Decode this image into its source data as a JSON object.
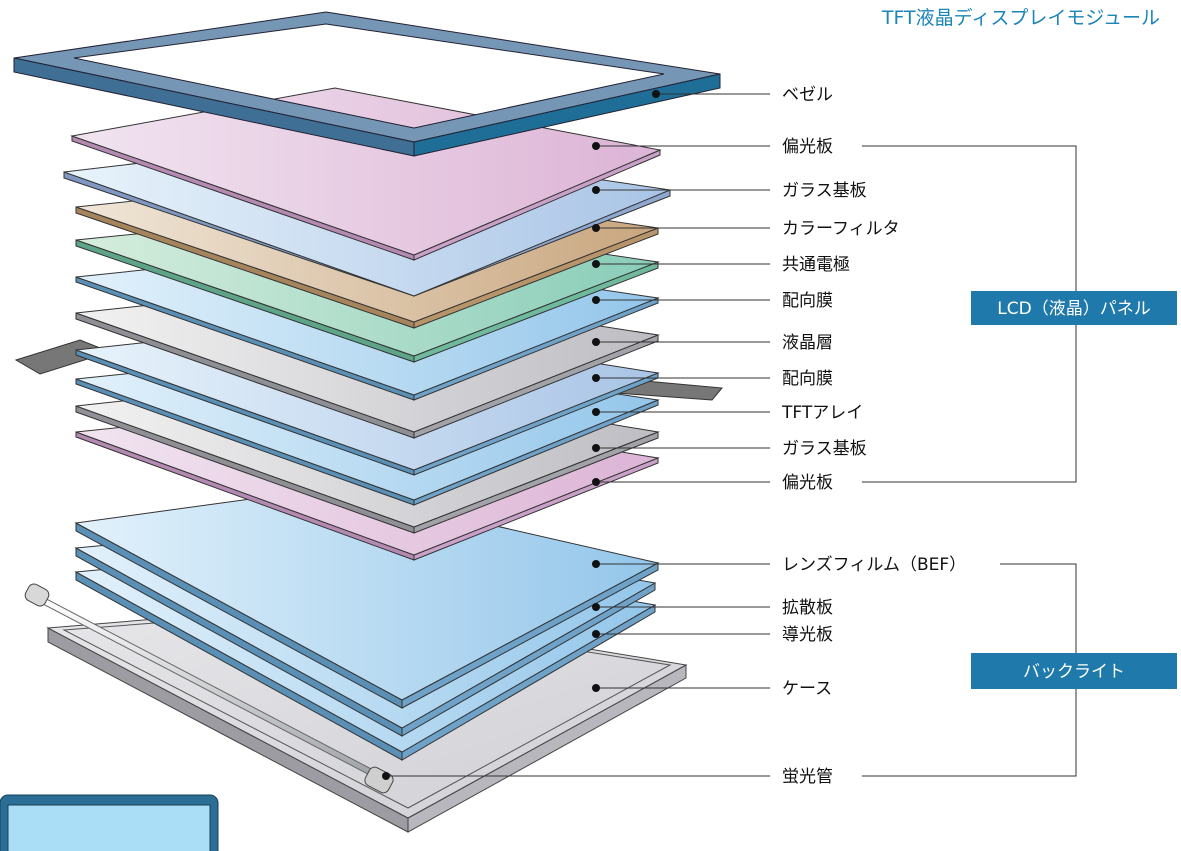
{
  "title": "TFT液晶ディスプレイモジュール",
  "labels": [
    {
      "id": "bezel",
      "text": "ベゼル"
    },
    {
      "id": "polarizer-top",
      "text": "偏光板"
    },
    {
      "id": "glass-top",
      "text": "ガラス基板"
    },
    {
      "id": "color-filter",
      "text": "カラーフィルタ"
    },
    {
      "id": "common-electrode",
      "text": "共通電極"
    },
    {
      "id": "alignment-top",
      "text": "配向膜"
    },
    {
      "id": "liquid-crystal",
      "text": "液晶層"
    },
    {
      "id": "alignment-bottom",
      "text": "配向膜"
    },
    {
      "id": "tft-array",
      "text": "TFTアレイ"
    },
    {
      "id": "glass-bottom",
      "text": "ガラス基板"
    },
    {
      "id": "polarizer-bottom",
      "text": "偏光板"
    },
    {
      "id": "lens-film",
      "text": "レンズフィルム（BEF）"
    },
    {
      "id": "diffuser",
      "text": "拡散板"
    },
    {
      "id": "light-guide",
      "text": "導光板"
    },
    {
      "id": "case",
      "text": "ケース"
    },
    {
      "id": "fluorescent-tube",
      "text": "蛍光管"
    }
  ],
  "groups": {
    "lcd_panel": "LCD（液晶）パネル",
    "backlight": "バックライト"
  },
  "colors": {
    "title": "#1b84b9",
    "group_box": "#1f79aa",
    "bezel": "#6f93b3",
    "bezel_dark": "#1e6e97"
  }
}
